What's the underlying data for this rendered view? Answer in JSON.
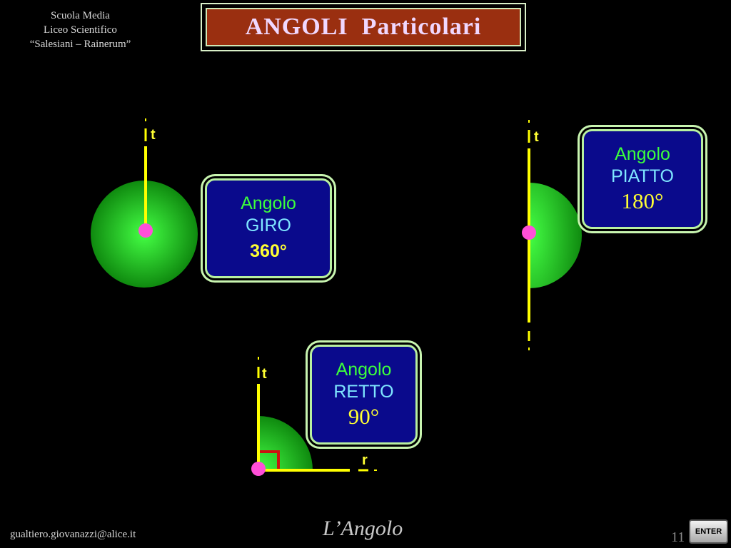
{
  "header": {
    "school_line1": "Scuola Media",
    "school_line2": "Liceo Scientifico",
    "school_line3": "“Salesiani – Rainerum”",
    "title": "ANGOLI  Particolari"
  },
  "boxes": {
    "giro": {
      "word": "Angolo",
      "name": "GIRO",
      "degrees": "360°"
    },
    "piatto": {
      "word": "Angolo",
      "name": "PIATTO",
      "degrees": "180°"
    },
    "retto": {
      "word": "Angolo",
      "name": "RETTO",
      "degrees": "90°"
    }
  },
  "labels": {
    "t_giro": "t",
    "t_piatto": "t",
    "t_retto": "t",
    "r_retto": "r"
  },
  "footer": {
    "email": "gualtiero.giovanazzi@alice.it",
    "center": "L’Angolo",
    "page_number": "11",
    "enter_button": "ENTER"
  },
  "colors": {
    "background": "#000000",
    "title_fill": "#9a2f10",
    "box_fill": "#0a0a8c",
    "ray": "#ffff00",
    "vertex": "#ff4fd8",
    "angle_fill": "#22cc22",
    "right_mark": "#cc1111"
  }
}
